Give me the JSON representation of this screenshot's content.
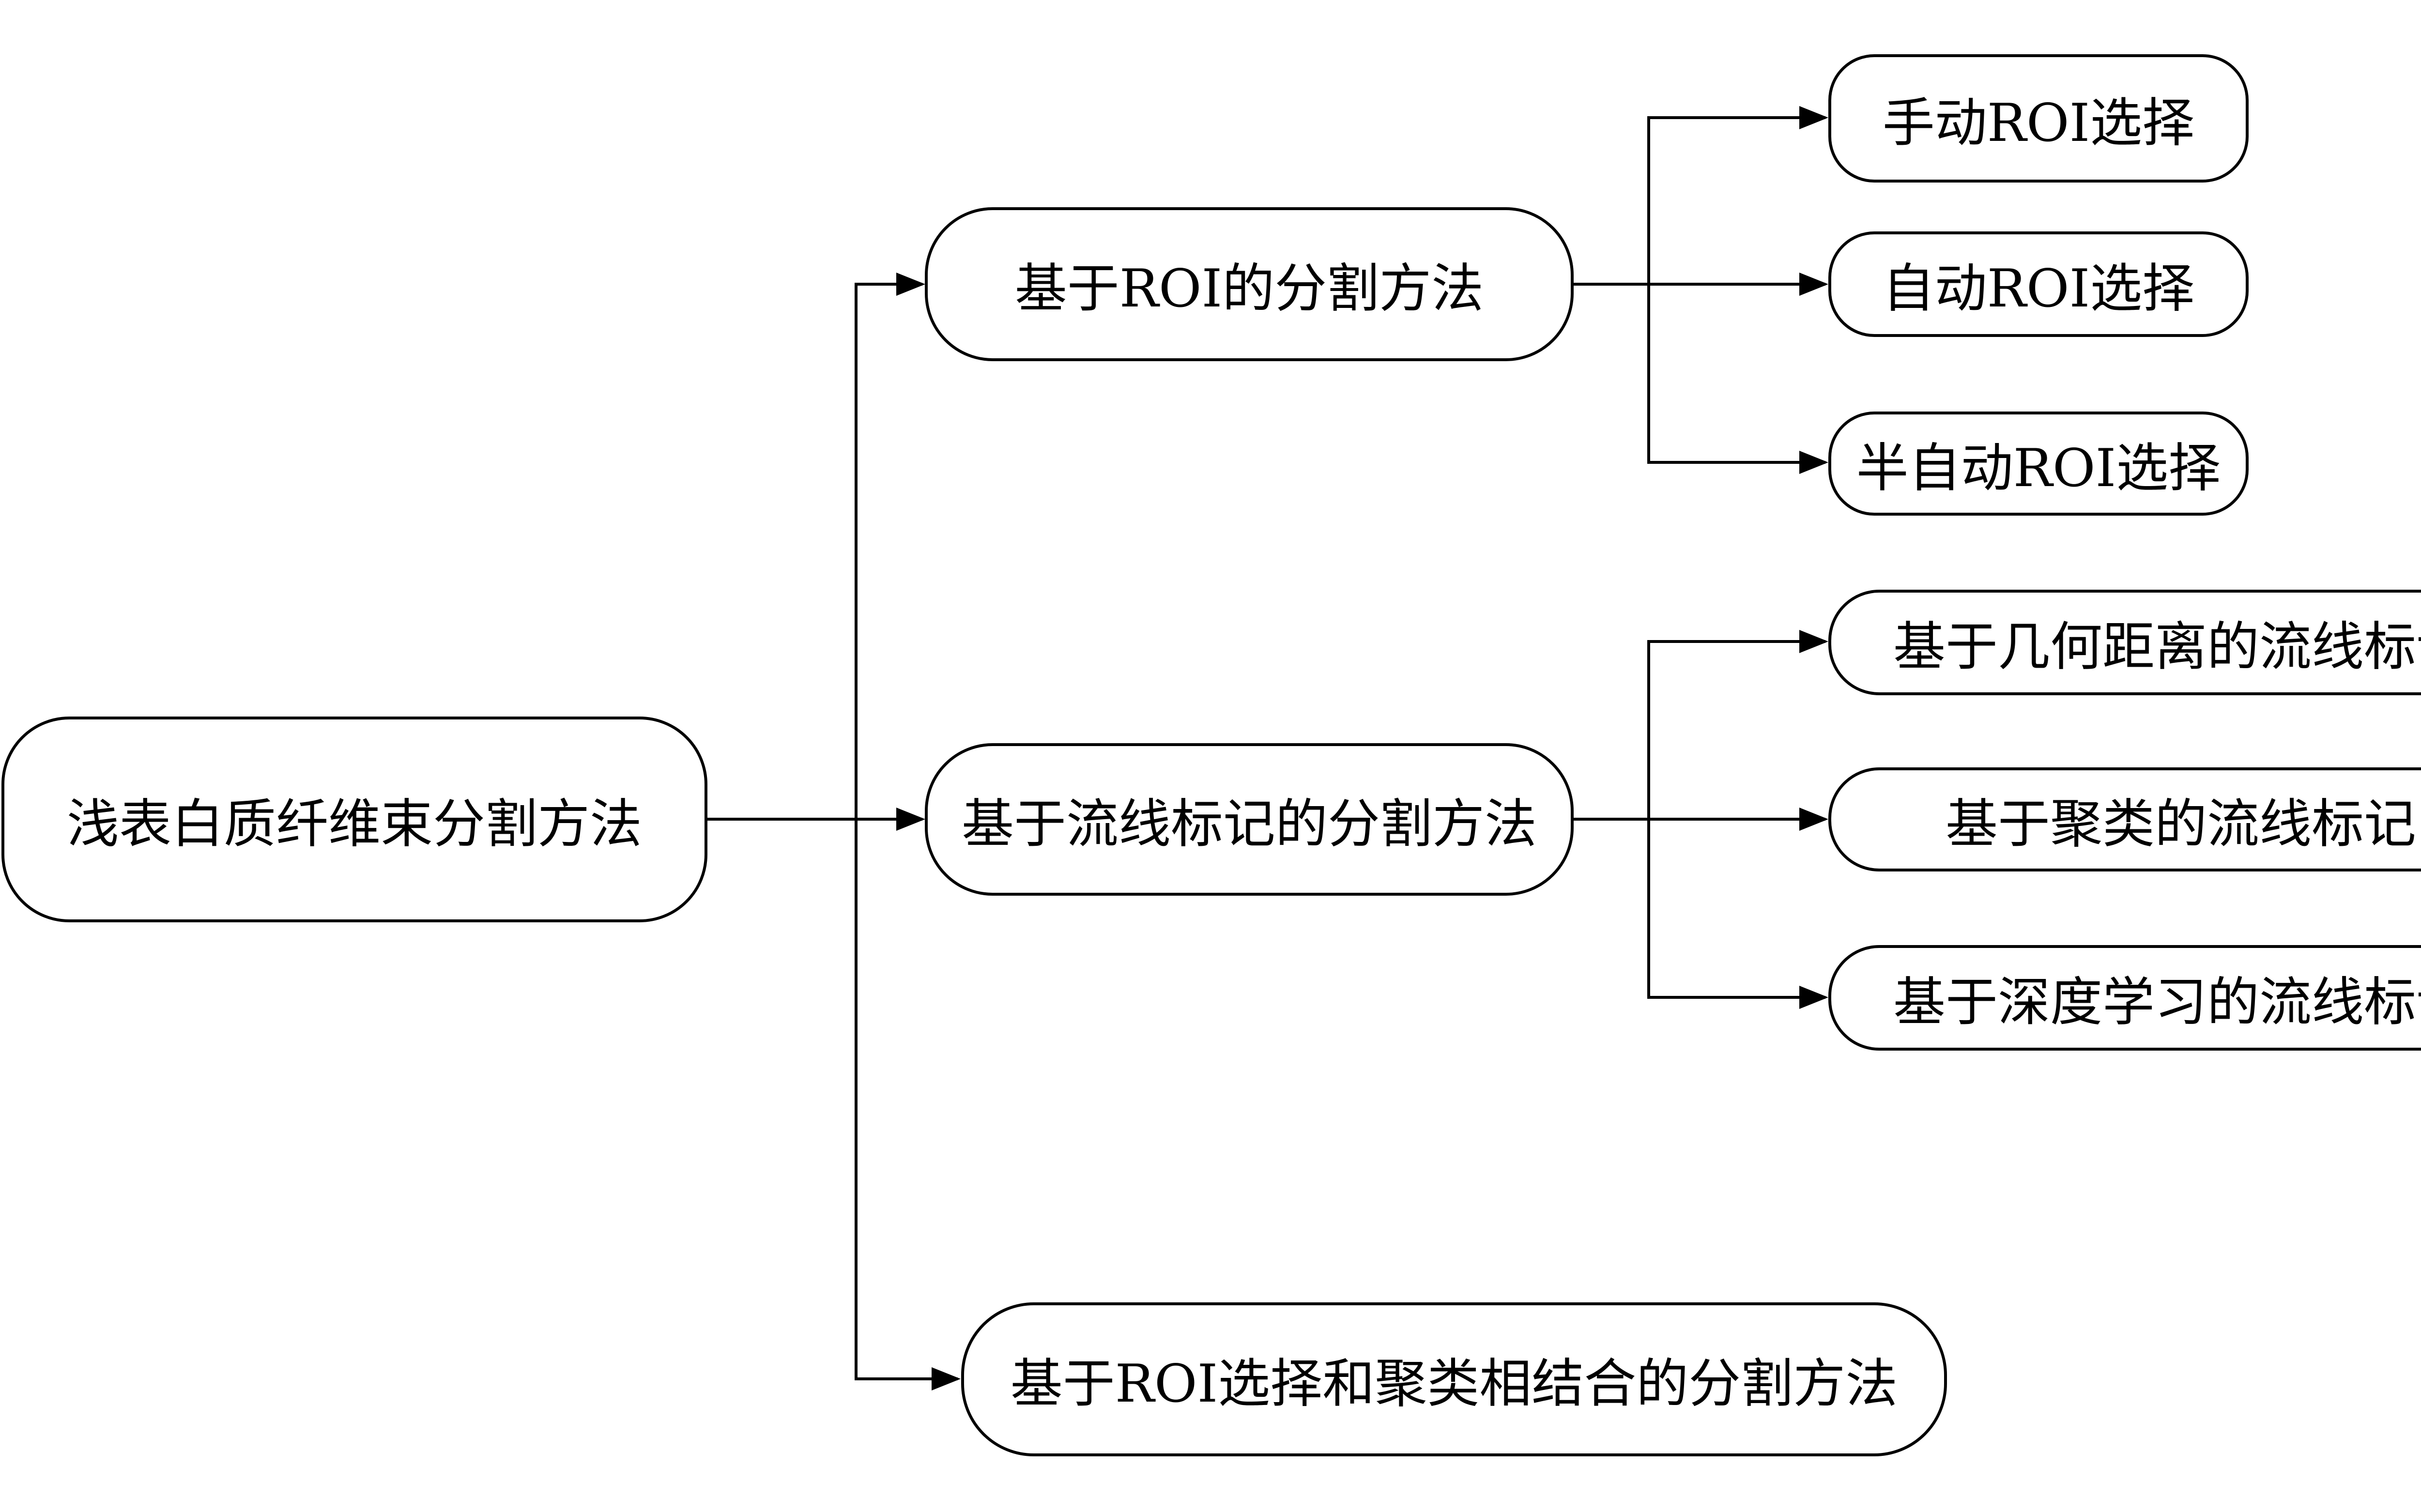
{
  "diagram": {
    "root": {
      "label": "浅表白质纤维束分割方法"
    },
    "level1": [
      {
        "label": "基于ROI的分割方法"
      },
      {
        "label": "基于流线标记的分割方法"
      },
      {
        "label": "基于ROI选择和聚类相结合的分割方法"
      }
    ],
    "roi_children": [
      {
        "label": "手动ROI选择"
      },
      {
        "label": "自动ROI选择"
      },
      {
        "label": "半自动ROI选择"
      }
    ],
    "streamline_children": [
      {
        "label": "基于几何距离的流线标记"
      },
      {
        "label": "基于聚类的流线标记"
      },
      {
        "label": "基于深度学习的流线标记"
      }
    ],
    "colors": {
      "line": "#000000",
      "box_fill": "#ffffff",
      "text": "#000000"
    }
  }
}
